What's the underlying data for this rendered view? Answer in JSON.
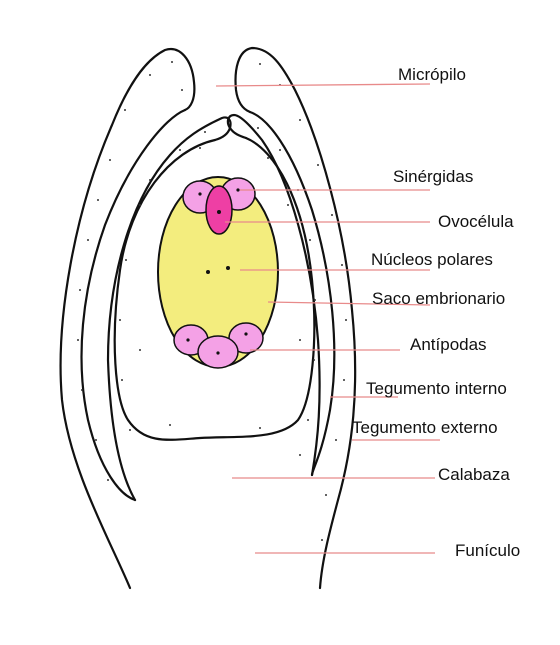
{
  "colors": {
    "sac_fill": "#f3ed7e",
    "cell_pink": "#f4a1e6",
    "egg_cell": "#ee3fa4",
    "leader_line": "#e88a8a",
    "outline": "#111111"
  },
  "labels": {
    "micropyle": "Micrópilo",
    "synergids": "Sinérgidas",
    "egg_cell": "Ovocélula",
    "polar_nuclei": "Núcleos polares",
    "embryo_sac": "Saco embrionario",
    "antipodals": "Antípodas",
    "inner_integument": "Tegumento interno",
    "outer_integument": "Tegumento externo",
    "chalaza": "Calabaza",
    "funiculus": "Funículo"
  }
}
